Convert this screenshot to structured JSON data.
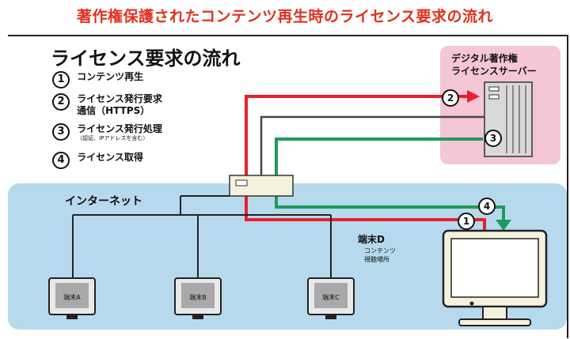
{
  "page_title": "著作権保護されたコンテンツ再生時のライセンス要求の流れ",
  "heading": "ライセンス要求の流れ",
  "steps": [
    {
      "num": "1",
      "label": "コンテンツ再生"
    },
    {
      "num": "2",
      "label": "ライセンス発行要求",
      "label2": "通信（HTTPS）"
    },
    {
      "num": "3",
      "label": "ライセンス発行処理",
      "sub": "（認証、IPアドレスを含む）"
    },
    {
      "num": "4",
      "label": "ライセンス取得"
    }
  ],
  "server_label": {
    "line1": "デジタル著作権",
    "line2": "ライセンスサーバー"
  },
  "internet_label": "インターネット",
  "terminal_d": {
    "label": "端末D",
    "sub1": "コンテンツ",
    "sub2": "視聴場所"
  },
  "terminals": [
    {
      "label": "端末A"
    },
    {
      "label": "端末B"
    },
    {
      "label": "端末C"
    }
  ],
  "flow_markers": {
    "m1": "1",
    "m2": "2",
    "m3": "3",
    "m4": "4"
  },
  "colors": {
    "title_red": "#e0301e",
    "request_red": "#e8202a",
    "response_green": "#1f9a5a",
    "line_gray": "#444444",
    "internet_blue": "#b7d9ee",
    "server_pink": "#f4c6d6"
  }
}
